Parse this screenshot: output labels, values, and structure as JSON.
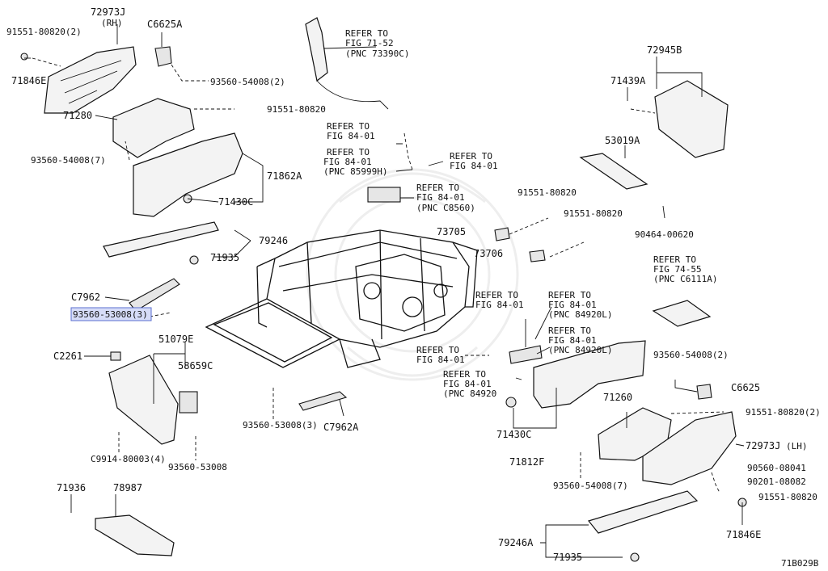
{
  "diagram_code": "71B029B",
  "labels": {
    "l_729730_rh": "72973J",
    "l_rh": "(RH)",
    "l_91551_80820_2_a": "91551-80820(2)",
    "l_71846e_a": "71846E",
    "l_c6625a": "C6625A",
    "l_93560_54008_2_a": "93560-54008(2)",
    "l_91551_80820_a": "91551-80820",
    "l_71280": "71280",
    "l_93560_54008_7_a": "93560-54008(7)",
    "l_71862a": "71862A",
    "l_71430c_a": "71430C",
    "l_79246": "79246",
    "l_71935_a": "71935",
    "l_c7962": "C7962",
    "l_93560_53008_3_a": "93560-53008(3)",
    "l_c2261": "C2261",
    "l_51079e": "51079E",
    "l_58659c": "58659C",
    "l_c9914": "C9914-80003(4)",
    "l_93560_53008": "93560-53008",
    "l_71936": "71936",
    "l_78987": "78987",
    "l_93560_53008_3_b": "93560-53008(3)",
    "l_c7962a": "C7962A",
    "ref_71_52": [
      "REFER TO",
      "FIG 71-52",
      "(PNC 73390C)"
    ],
    "ref_84_01_a": [
      "REFER TO",
      "FIG 84-01"
    ],
    "ref_84_01_85999h": [
      "REFER TO",
      "FIG 84-01",
      "(PNC 85999H)"
    ],
    "ref_84_01_b": [
      "REFER TO",
      "FIG 84-01"
    ],
    "ref_84_01_c8560": [
      "REFER TO",
      "FIG 84-01",
      "(PNC C8560)"
    ],
    "l_72945b": "72945B",
    "l_71439a": "71439A",
    "l_53019a": "53019A",
    "l_91551_80820_b": "91551-80820",
    "l_91551_80820_c": "91551-80820",
    "l_73705": "73705",
    "l_73706": "73706",
    "l_90464_00620": "90464-00620",
    "ref_74_55": [
      "REFER TO",
      "FIG 74-55",
      "(PNC C6111A)"
    ],
    "ref_84_01_c": [
      "REFER TO",
      "FIG 84-01"
    ],
    "ref_84_01_84920l_a": [
      "REFER TO",
      "FIG 84-01",
      "(PNC 84920L)"
    ],
    "ref_84_01_84920l_b": [
      "REFER TO",
      "FIG 84-01",
      "(PNC 84920L)"
    ],
    "ref_84_01_d": [
      "REFER TO",
      "FIG 84-01"
    ],
    "ref_84_01_84920": [
      "REFER TO",
      "FIG 84-01",
      "(PNC 84920"
    ],
    "l_93560_54008_2_b": "93560-54008(2)",
    "l_c6625": "C6625",
    "l_71260": "71260",
    "l_91551_80820_2_b": "91551-80820(2)",
    "l_71430c_b": "71430C",
    "l_71812f": "71812F",
    "l_72973j_lh": "72973J",
    "l_lh": "(LH)",
    "l_90560_08041": "90560-08041",
    "l_90201_08082": "90201-08082",
    "l_91551_80820_d": "91551-80820",
    "l_93560_54008_7_b": "93560-54008(7)",
    "l_71846e_b": "71846E",
    "l_79246a": "79246A",
    "l_71935_b": "71935"
  },
  "highlighted_label": "93560-53008(3)",
  "colors": {
    "highlight_fill": "#d6dcf8",
    "highlight_stroke": "#5b6fd0",
    "line": "#111111"
  }
}
